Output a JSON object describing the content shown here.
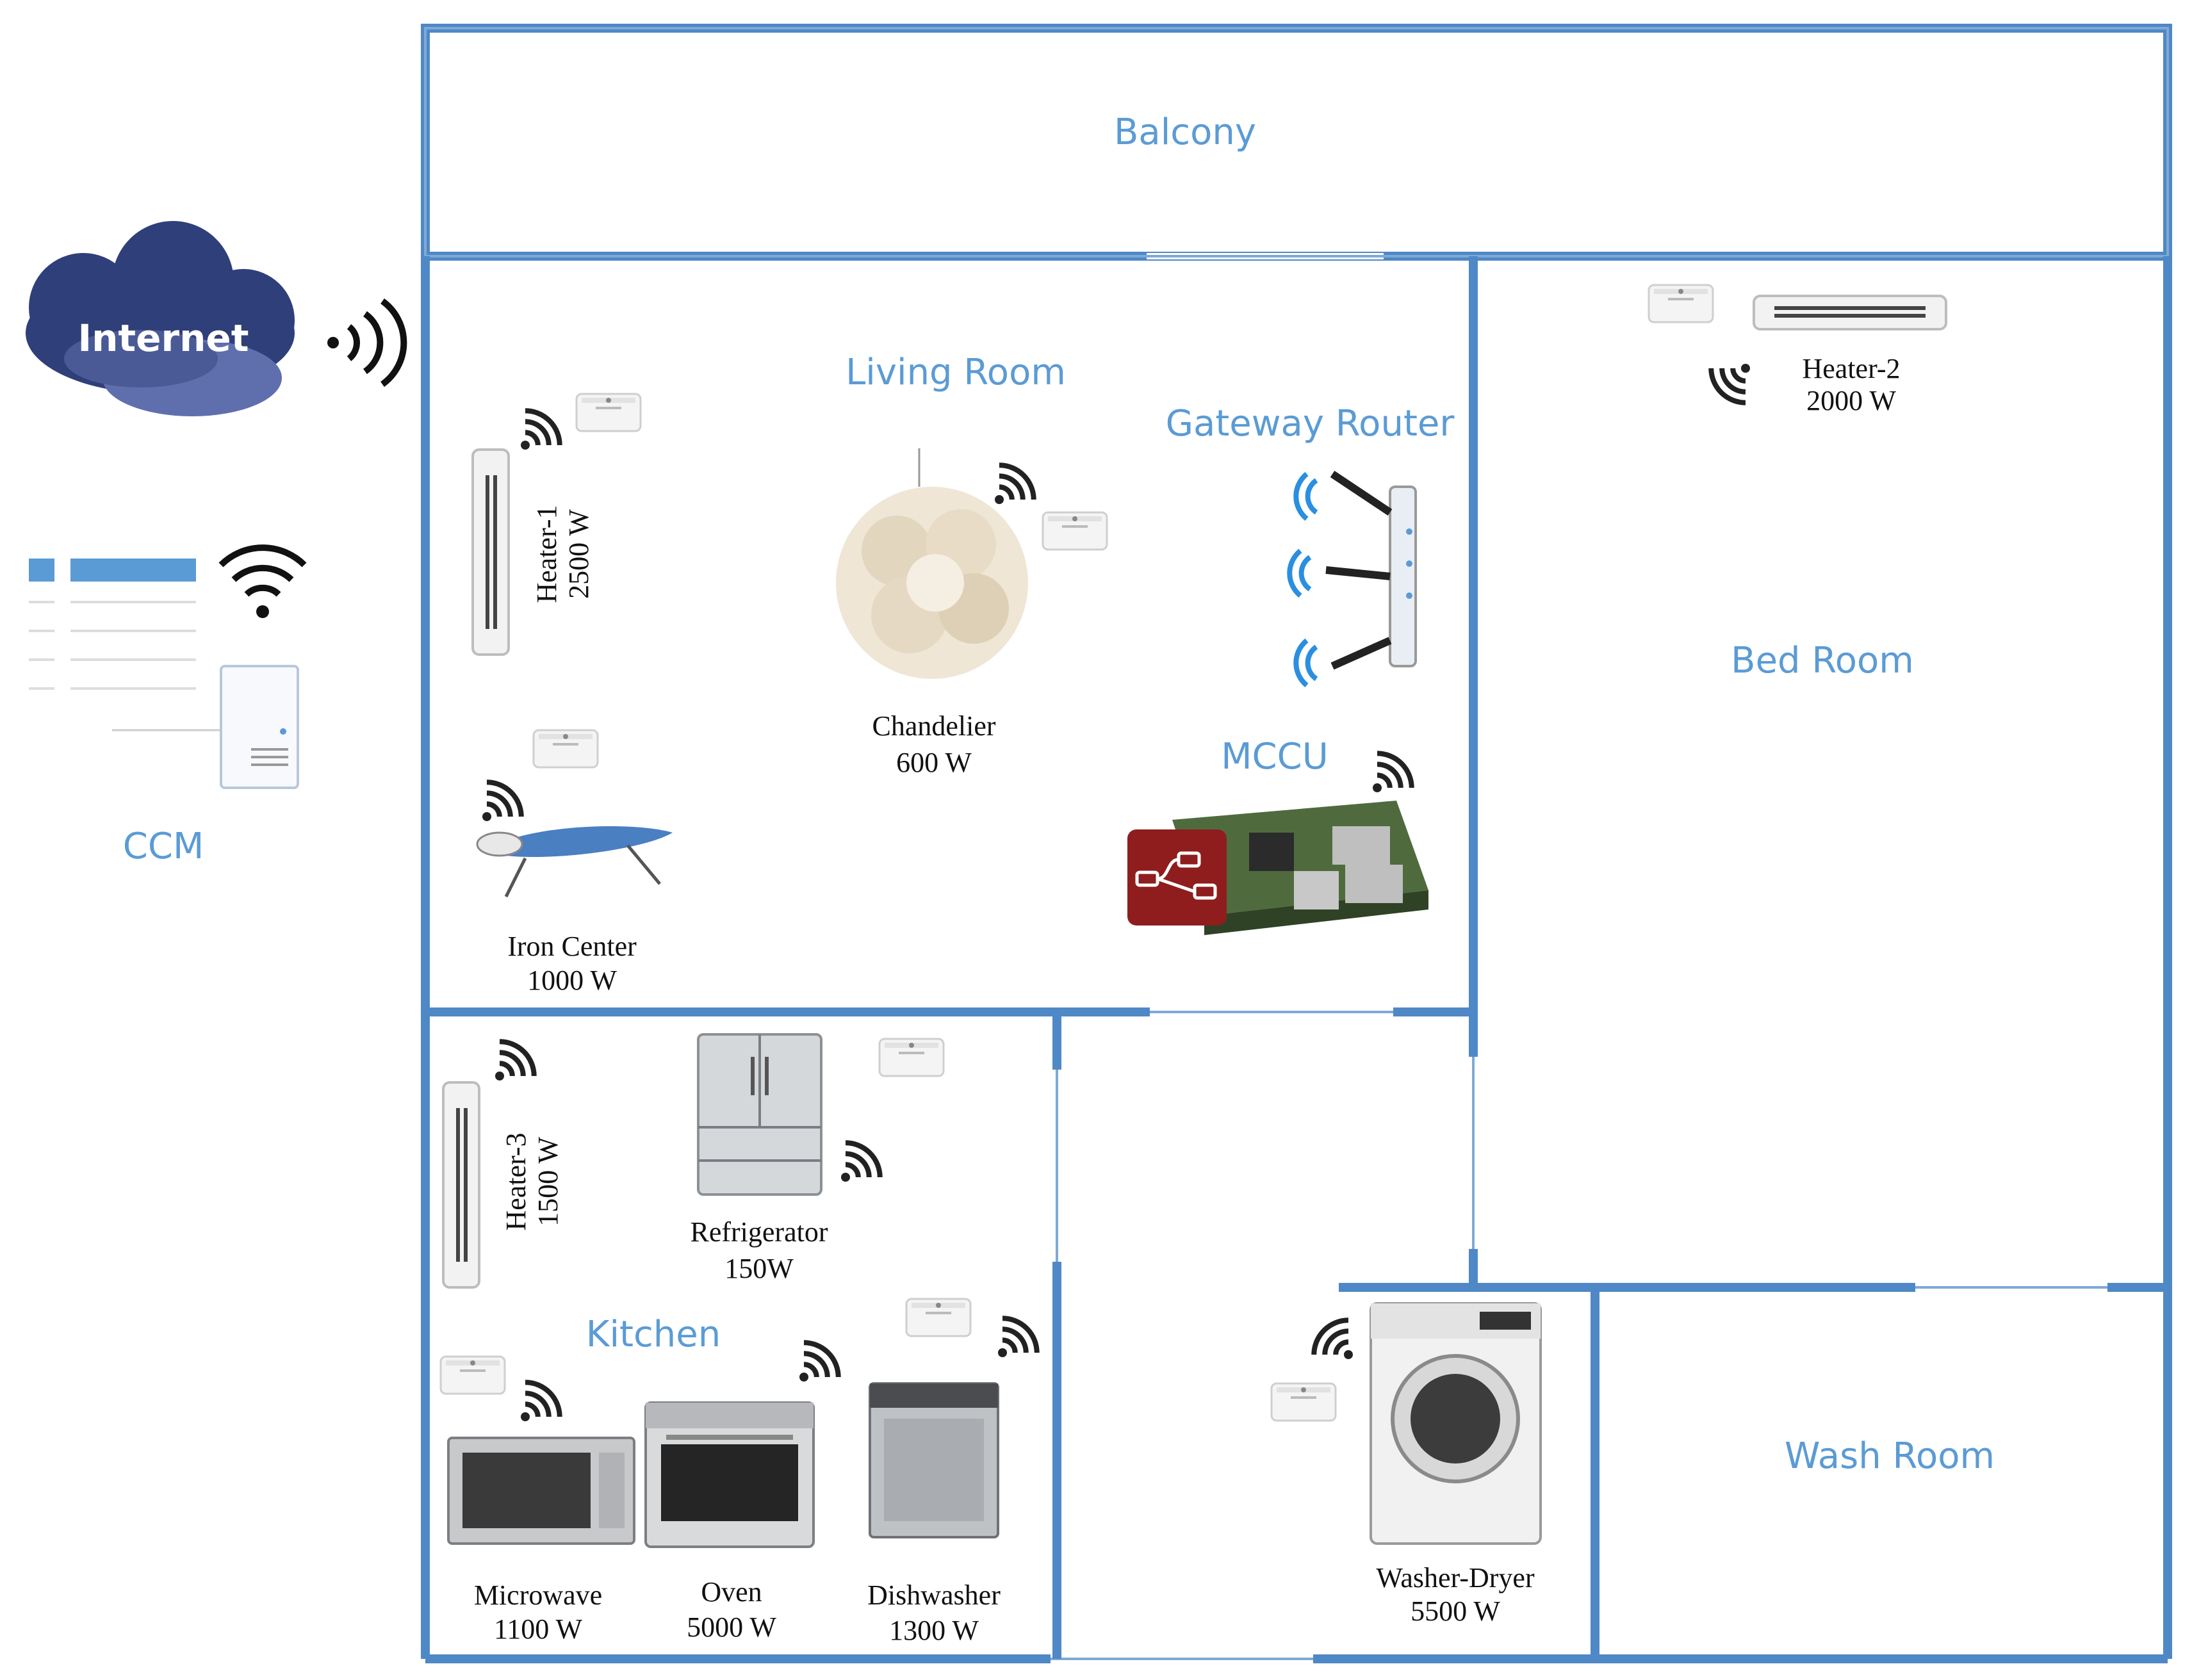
{
  "rooms": {
    "balcony": "Balcony",
    "living_room": "Living Room",
    "bed_room": "Bed Room",
    "kitchen": "Kitchen",
    "wash_room": "Wash Room"
  },
  "network": {
    "internet": "Internet",
    "ccm": "CCM",
    "gateway_router": "Gateway Router",
    "mccu": "MCCU"
  },
  "appliances": {
    "heater1": {
      "name": "Heater-1",
      "power": "2500 W"
    },
    "heater2": {
      "name": "Heater-2",
      "power": "2000 W"
    },
    "heater3": {
      "name": "Heater-3",
      "power": "1500 W"
    },
    "chandelier": {
      "name": "Chandelier",
      "power": "600 W"
    },
    "iron_center": {
      "name": "Iron Center",
      "power": "1000 W"
    },
    "refrigerator": {
      "name": "Refrigerator",
      "power": "150W"
    },
    "microwave": {
      "name": "Microwave",
      "power": "1100 W"
    },
    "oven": {
      "name": "Oven",
      "power": "5000 W"
    },
    "dishwasher": {
      "name": "Dishwasher",
      "power": "1300 W"
    },
    "washer_dryer": {
      "name": "Washer-Dryer",
      "power": "5500 W"
    }
  },
  "colors": {
    "wall": "#4f88c6",
    "room_label": "#5b9bd5",
    "cloud": "#2f3f7a",
    "node_red": "#8f1d1d"
  }
}
